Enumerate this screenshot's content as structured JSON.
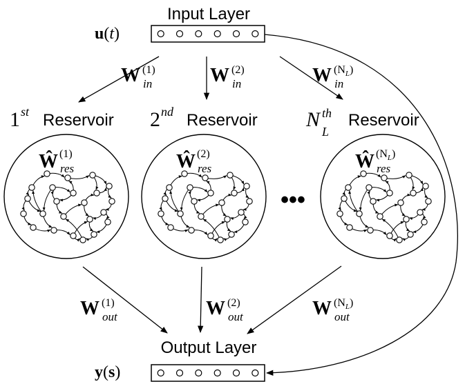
{
  "input": {
    "title": "Input Layer",
    "signal": {
      "base": "u",
      "arg": "t"
    },
    "unit_count": 6
  },
  "output": {
    "title": "Output Layer",
    "signal": {
      "base": "y",
      "arg": "s"
    },
    "unit_count": 6
  },
  "reservoirs": [
    {
      "label_num": "1",
      "label_sup": "st",
      "label_word": "Reservoir",
      "w_res_sup": "(1)",
      "w_in_sup": "(1)",
      "w_out_sup": "(1)"
    },
    {
      "label_num": "2",
      "label_sup": "nd",
      "label_word": "Reservoir",
      "w_res_sup": "(2)",
      "w_in_sup": "(2)",
      "w_out_sup": "(2)"
    },
    {
      "label_num": "N",
      "label_sub": "L",
      "label_sup": "th",
      "label_word": "Reservoir",
      "w_res_sup": "(N",
      "w_res_sup_sub": "L",
      "w_res_sup_close": ")",
      "w_in_sup": "(N",
      "w_in_sup_sub": "L",
      "w_in_sup_close": ")",
      "w_out_sup": "(N",
      "w_out_sup_sub": "L",
      "w_out_sup_close": ")"
    }
  ],
  "weights": {
    "W": "W",
    "W_hat": "Ŵ",
    "in_sub": "in",
    "res_sub": "res",
    "out_sub": "out"
  },
  "ellipsis": "•••"
}
